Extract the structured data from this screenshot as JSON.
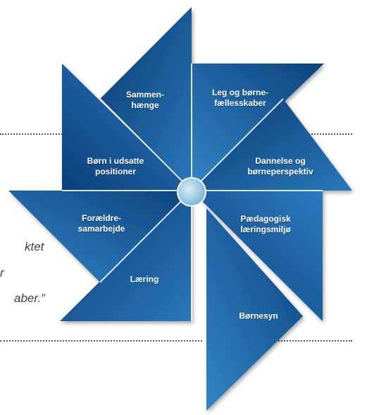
{
  "quote": {
    "line1": "ktet",
    "line2": "r",
    "line3": "aber.”"
  },
  "pinwheel": {
    "center_color": "#a8cfe6",
    "blade_dark": "#0b3e78",
    "blade_light": "#2f7dc0",
    "labels": {
      "sammenhaenge": [
        "Sammen-",
        "hænge"
      ],
      "leg": [
        "Leg og børne-",
        "fællesskaber"
      ],
      "boern_udsatte": [
        "Børn i udsatte",
        "positioner"
      ],
      "dannelse": [
        "Dannelse og",
        "børneperspektiv"
      ],
      "foraeldre": [
        "Forældre-",
        "samarbejde"
      ],
      "paedagogisk": [
        "Pædagogisk",
        "læringsmiljø"
      ],
      "laering": [
        "Læring"
      ],
      "boernesyn": [
        "Børnesyn"
      ]
    }
  }
}
